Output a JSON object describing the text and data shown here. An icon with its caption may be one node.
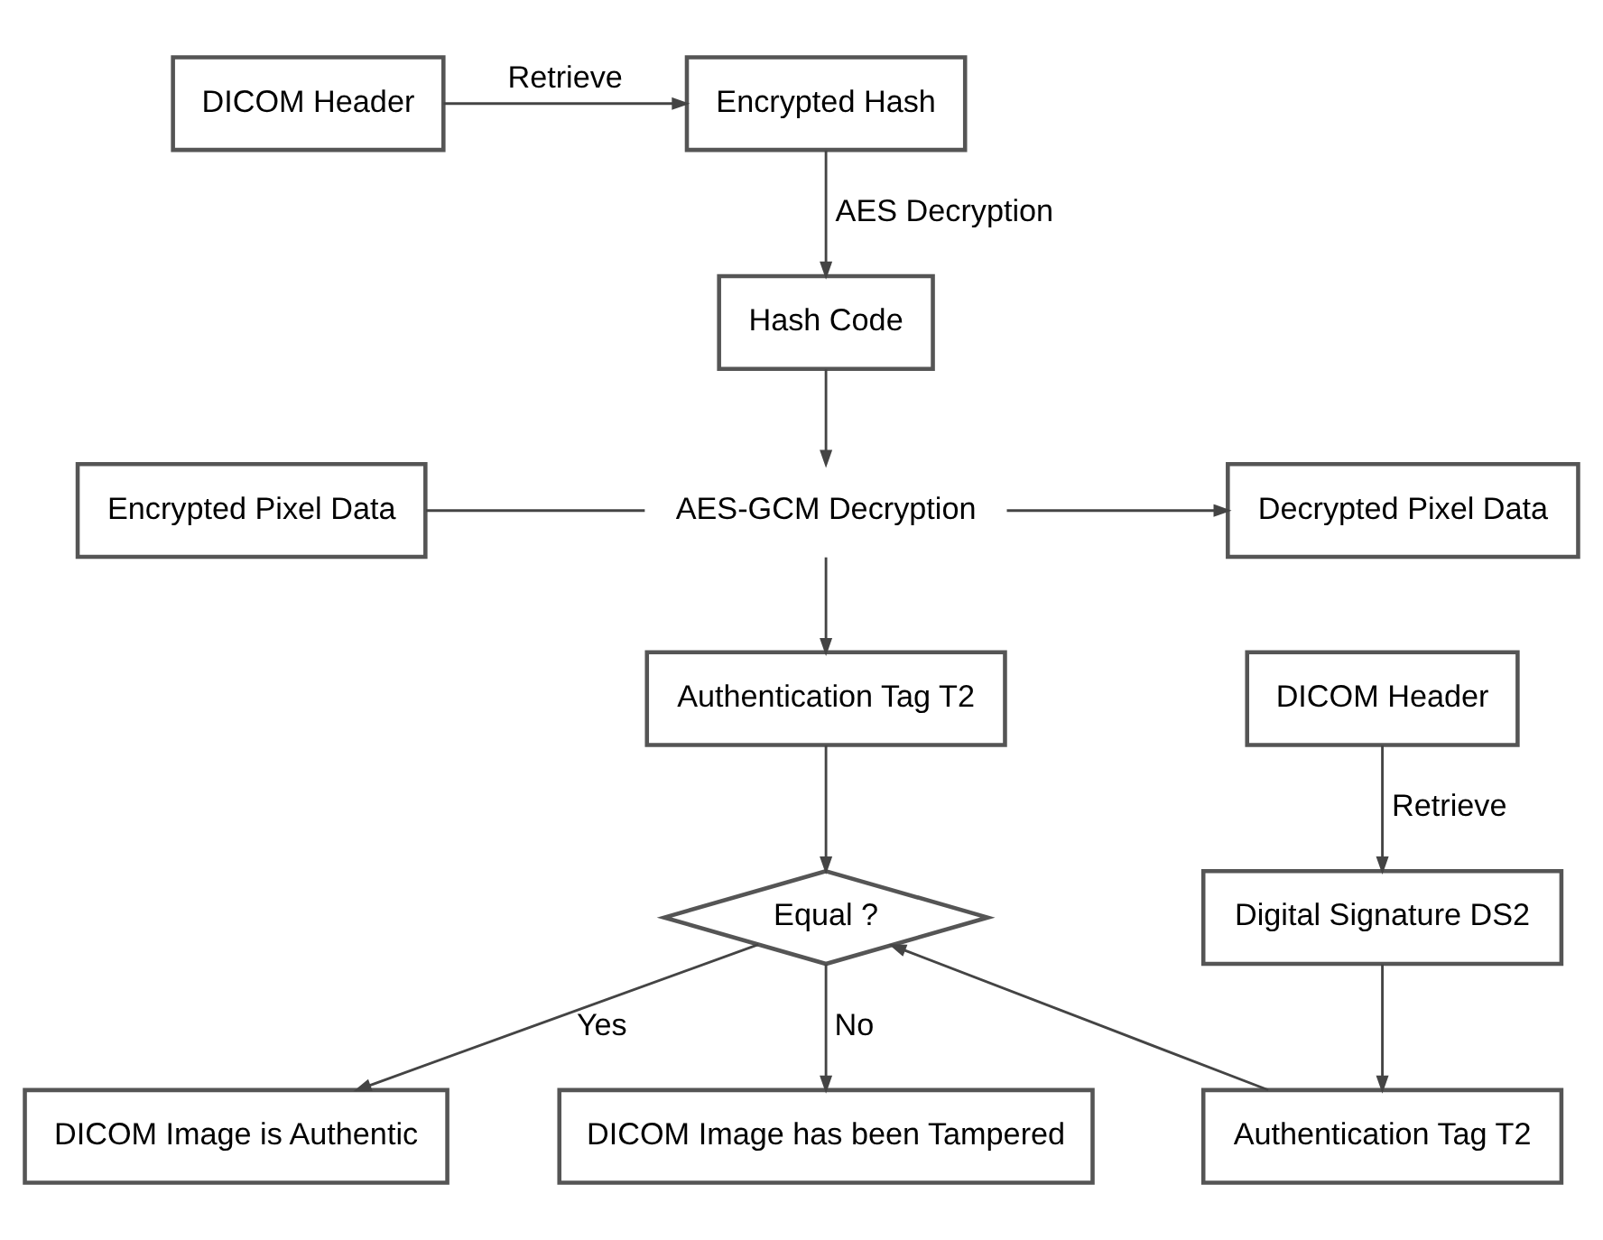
{
  "diagram": {
    "nodes": [
      {
        "text": [
          "DICOM Header"
        ]
      },
      {
        "text": [
          "Encrypted Hash"
        ]
      },
      {
        "text": [
          "Hash Code"
        ]
      },
      {
        "text": [
          "Encrypted Pixel Data"
        ]
      },
      {
        "text": [
          "AES-GCM Decryption"
        ]
      },
      {
        "text": [
          "Decrypted Pixel Data"
        ]
      },
      {
        "text": [
          "Authentication Tag T2"
        ]
      },
      {
        "text": [
          "DICOM Header"
        ]
      },
      {
        "text": [
          "Digital Signature DS2"
        ]
      },
      {
        "text": [
          "Authentication Tag T2"
        ]
      },
      {
        "text": [
          "Equal ?"
        ]
      },
      {
        "text": [
          "DICOM Image is Authentic"
        ]
      },
      {
        "text": [
          "DICOM Image has been Tampered"
        ]
      }
    ],
    "edges": [
      {
        "from": 0,
        "to": 1,
        "arrow": "to",
        "label": "Retrieve"
      },
      {
        "from": 1,
        "to": 2,
        "arrow": "to",
        "label": "AES Decryption"
      },
      {
        "from": 2,
        "to": 4,
        "arrow": "to"
      },
      {
        "from": 3,
        "to": 4,
        "arrow": "none"
      },
      {
        "from": 4,
        "to": 5,
        "arrow": "to"
      },
      {
        "from": 4,
        "to": 6,
        "arrow": "to"
      },
      {
        "from": 6,
        "to": 10,
        "arrow": "to"
      },
      {
        "from": 9,
        "to": 10,
        "arrow": "to"
      },
      {
        "from": 7,
        "to": 8,
        "arrow": "to",
        "label": "Retrieve"
      },
      {
        "from": 8,
        "to": 9,
        "arrow": "to"
      },
      {
        "from": 10,
        "to": 11,
        "arrow": "to",
        "label": "Yes"
      },
      {
        "from": 10,
        "to": 12,
        "arrow": "to",
        "label": "No"
      }
    ]
  }
}
